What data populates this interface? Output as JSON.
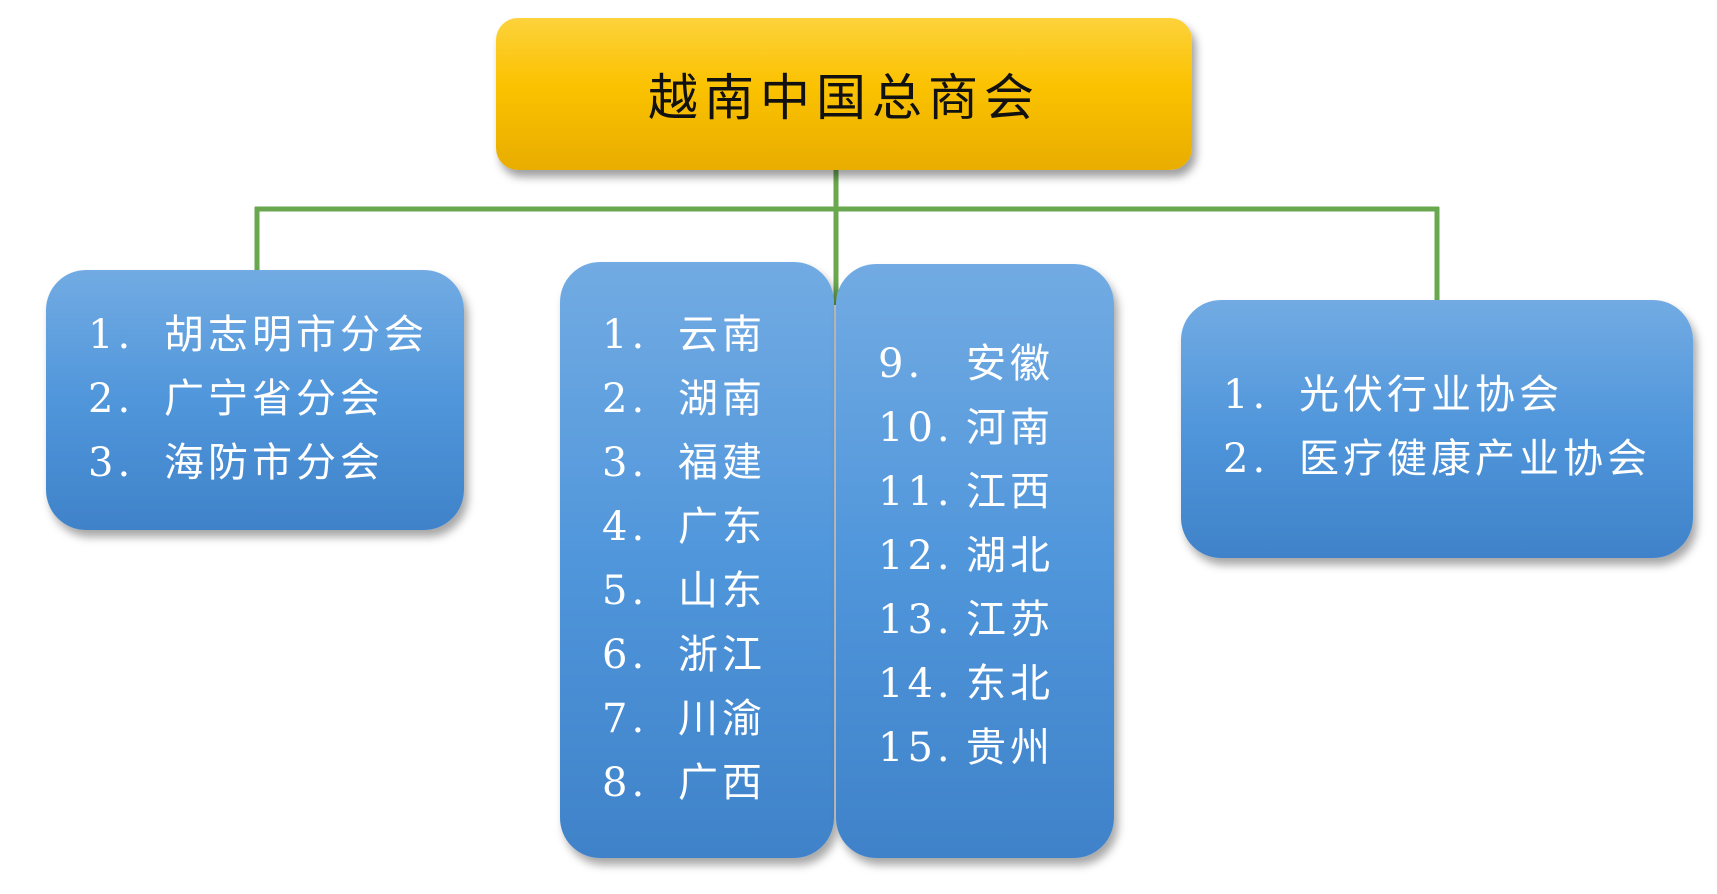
{
  "root": {
    "title": "越南中国总商会"
  },
  "branches": {
    "city_branches": [
      {
        "num": "1.",
        "label": "胡志明市分会"
      },
      {
        "num": "2.",
        "label": "广宁省分会"
      },
      {
        "num": "3.",
        "label": "海防市分会"
      }
    ],
    "provinces_col1": [
      {
        "num": "1.",
        "label": "云南"
      },
      {
        "num": "2.",
        "label": "湖南"
      },
      {
        "num": "3.",
        "label": "福建"
      },
      {
        "num": "4.",
        "label": "广东"
      },
      {
        "num": "5.",
        "label": "山东"
      },
      {
        "num": "6.",
        "label": "浙江"
      },
      {
        "num": "7.",
        "label": "川渝"
      },
      {
        "num": "8.",
        "label": "广西"
      }
    ],
    "provinces_col2": [
      {
        "num": "9.",
        "label": "安徽"
      },
      {
        "num": "10.",
        "label": "河南"
      },
      {
        "num": "11.",
        "label": "江西"
      },
      {
        "num": "12.",
        "label": "湖北"
      },
      {
        "num": "13.",
        "label": "江苏"
      },
      {
        "num": "14.",
        "label": "东北"
      },
      {
        "num": "15.",
        "label": "贵州"
      }
    ],
    "associations": [
      {
        "num": "1.",
        "label": "光伏行业协会"
      },
      {
        "num": "2.",
        "label": "医疗健康产业协会"
      }
    ]
  },
  "colors": {
    "connector": "#6aa84f",
    "root_fill": "#fbc200",
    "box_fill": "#5096db",
    "box_text": "#ffffff"
  }
}
